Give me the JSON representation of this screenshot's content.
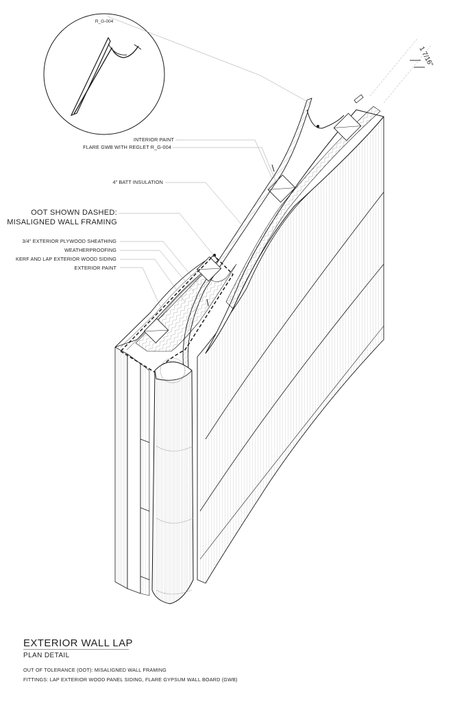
{
  "detail_bubble": {
    "ref": "R_G-004"
  },
  "dimension": {
    "text": "1 7/16\""
  },
  "labels": {
    "interior_paint": "INTERIOR PAINT",
    "flare_gwb": "FLARE GWB WITH REGLET R_G-004",
    "batt_insulation": "4\" BATT INSULATION",
    "oot_line1": "OOT SHOWN DASHED:",
    "oot_line2": "MISALIGNED WALL FRAMING",
    "plywood": "3/4\" EXTERIOR PLYWOOD SHEATHING",
    "weatherproofing": "WEATHERPROOFING",
    "siding": "KERF AND LAP EXTERIOR WOOD SIDING",
    "exterior_paint": "EXTERIOR PAINT"
  },
  "title_block": {
    "title": "EXTERIOR WALL LAP",
    "subtitle": "PLAN DETAIL",
    "note1": "OUT OF TOLERANCE (OOT): MISALIGNED WALL FRAMING",
    "note2": "FITTINGS: LAP EXTERIOR WOOD PANEL SIDING, FLARE GYPSUM WALL BOARD (GWB)"
  },
  "colors": {
    "line": "#1a1a1a",
    "hatch": "#8a8a8a",
    "leader": "#9a9a9a",
    "fill": "#ffffff"
  }
}
